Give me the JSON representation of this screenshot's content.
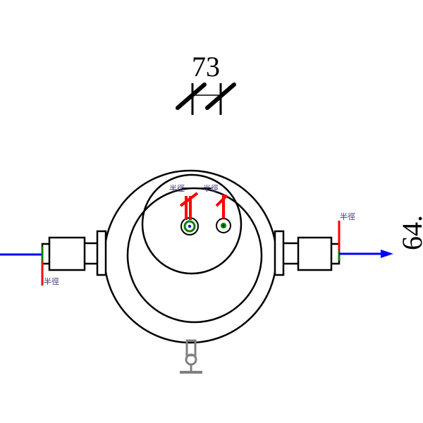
{
  "drawing": {
    "top_dimension": "73",
    "right_dimension": "64.",
    "labels": {
      "radius_hole_1": "半徑",
      "radius_hole_2": "半徑",
      "radius_right": "半徑",
      "radius_left": "半徑"
    }
  },
  "colors": {
    "outline": "#000000",
    "axis_blue": "#0000ff",
    "marker_red": "#ff0000",
    "marker_green": "#008000",
    "stand_gray": "#808080",
    "label_text": "#3a3a7a"
  }
}
